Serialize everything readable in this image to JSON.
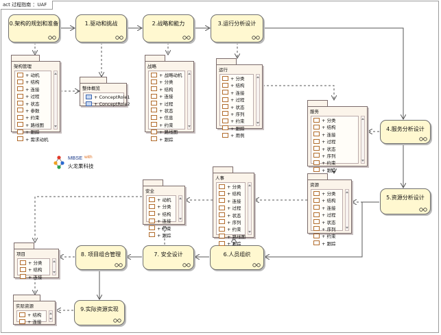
{
  "diagram": {
    "tab_label": "act 过程指南 ：UAF",
    "logo": {
      "mbse": "MBSE",
      "with": "with",
      "brand": "火龙果科技"
    },
    "actions": {
      "a0": "0.架构的规划和准备",
      "a1": "1.驱动和挑战",
      "a2": "2.战略和能力",
      "a3": "3.运行分析设计",
      "a4": "4.服务分析设计",
      "a5": "5.资源分析设计",
      "a6": "6.人员组织",
      "a7": "7. 安全设计",
      "a8": "8. 项目组合管理",
      "a9": "9.实际资源实现"
    },
    "packages": {
      "arch": {
        "tab": "架构管理",
        "items": [
          "+ 动机",
          "+ 结构",
          "+ 连接",
          "+ 过程",
          "+ 状态",
          "+ 参数",
          "+ 约束",
          "+ 路线图",
          "+ 跟踪",
          "+ 需求动机"
        ]
      },
      "overview": {
        "tab": "整体概览",
        "items": [
          "+ ConceptRole1",
          "+ ConceptRole2"
        ]
      },
      "strategy": {
        "tab": "战略",
        "items": [
          "+ 战略动机",
          "+ 分类",
          "+ 结构",
          "+ 连接",
          "+ 过程",
          "+ 状态",
          "+ 信息",
          "+ 约束",
          "+ 路线图",
          "+ 跟踪"
        ]
      },
      "ops": {
        "tab": "运行",
        "items": [
          "+ 分类",
          "+ 结构",
          "+ 连接",
          "+ 过程",
          "+ 状态",
          "+ 序列",
          "+ 约束",
          "+ 跟踪",
          "+ 用例"
        ]
      },
      "service": {
        "tab": "服务",
        "items": [
          "+ 分类",
          "+ 结构",
          "+ 连接",
          "+ 过程",
          "+ 状态",
          "+ 序列",
          "+ 约束",
          "+ 跟踪"
        ]
      },
      "resource": {
        "tab": "资源",
        "items": [
          "+ 分类",
          "+ 结构",
          "+ 连接",
          "+ 过程",
          "+ 状态",
          "+ 序列",
          "+ 约束",
          "+ 跟踪"
        ]
      },
      "personnel": {
        "tab": "人事",
        "items": [
          "+ 分类",
          "+ 结构",
          "+ 连接",
          "+ 过程",
          "+ 状态",
          "+ 序列",
          "+ 约束",
          "+ 路线图",
          "+ 跟踪"
        ]
      },
      "security": {
        "tab": "安全",
        "items": [
          "+ 动机",
          "+ 分类",
          "+ 结构",
          "+ 连接",
          "+ 约束",
          "+ 跟踪"
        ]
      },
      "project": {
        "tab": "项目",
        "items": [
          "+ 分类",
          "+ 结构",
          "+ 连接"
        ]
      },
      "actual": {
        "tab": "实际资源",
        "items": [
          "+ 结构",
          "+ 连接"
        ]
      }
    },
    "colors": {
      "action_fill": "#fff8d0",
      "package_fill": "#fbf4ea",
      "control_flow": "#555555",
      "object_flow": "#555555"
    }
  }
}
